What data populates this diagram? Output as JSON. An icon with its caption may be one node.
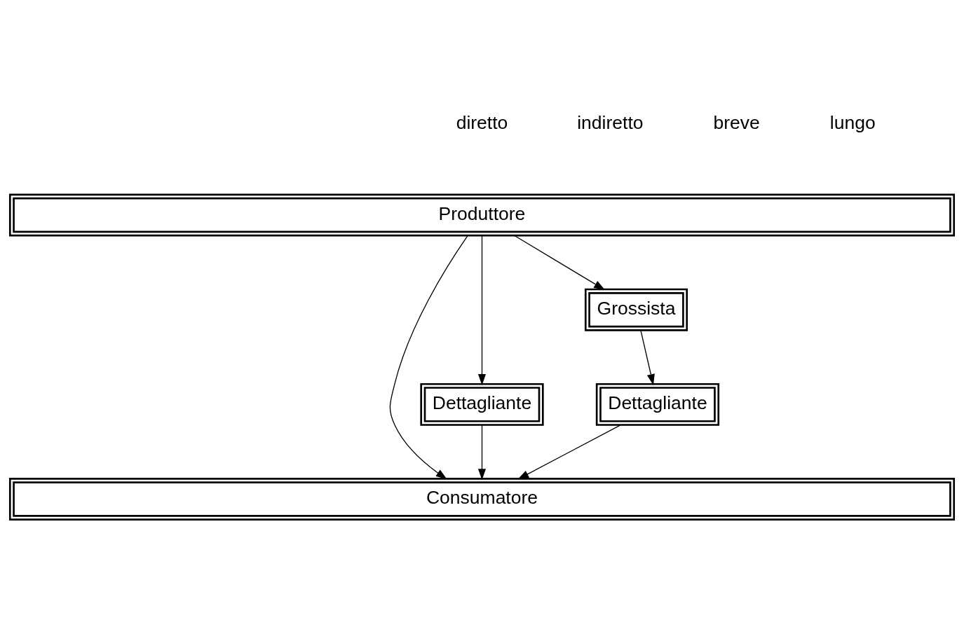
{
  "diagram": {
    "nodes": [
      {
        "text": [
          "Produttore"
        ]
      },
      {
        "text": [
          "Grossista"
        ]
      },
      {
        "text": [
          "Dettagliante"
        ]
      },
      {
        "text": [
          "Dettagliante"
        ]
      },
      {
        "text": [
          "Consumatore"
        ]
      }
    ],
    "edges": [
      {
        "from": 0,
        "to": 4,
        "arrow": "to"
      },
      {
        "from": 0,
        "to": 2,
        "arrow": "to"
      },
      {
        "from": 0,
        "to": 1,
        "arrow": "to"
      },
      {
        "from": 1,
        "to": 3,
        "arrow": "to"
      },
      {
        "from": 2,
        "to": 4,
        "arrow": "to"
      },
      {
        "from": 3,
        "to": 4,
        "arrow": "to"
      }
    ],
    "labels": [
      "diretto",
      "indiretto",
      "breve",
      "lungo"
    ]
  }
}
